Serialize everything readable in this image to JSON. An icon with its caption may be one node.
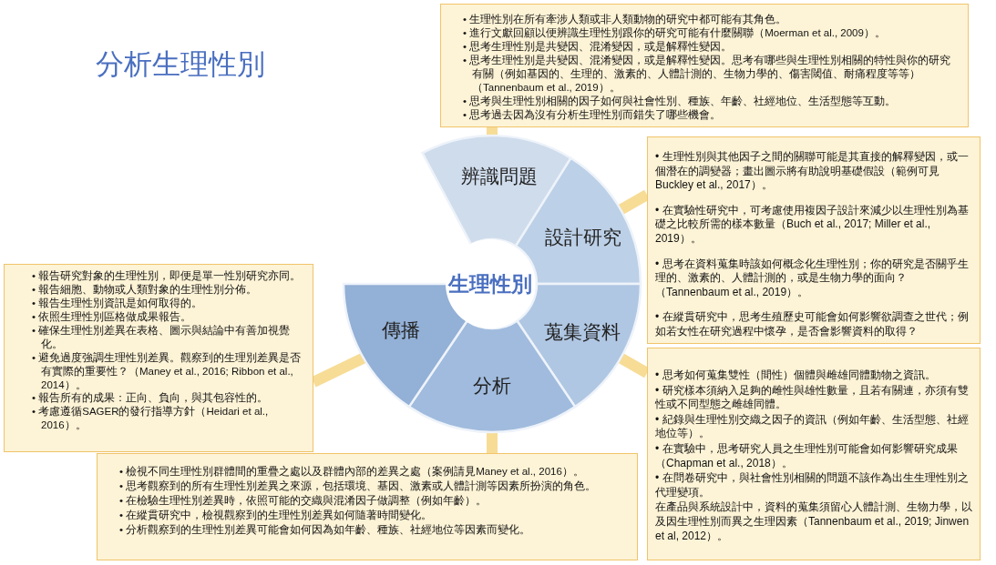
{
  "diagram": {
    "title": "分析生理性別",
    "nodes": [
      {
        "text": [
          "辨識問題"
        ]
      },
      {
        "text": [
          "設計研究"
        ]
      },
      {
        "text": [
          "蒐集資料"
        ]
      },
      {
        "text": [
          "分析"
        ]
      },
      {
        "text": [
          "傳播"
        ]
      },
      {
        "text": [
          "生理性別"
        ]
      },
      {
        "text": [
          "• 生理性別在所有牽涉人類或非人類動物的研究中都可能有其角色。",
          "• 進行文獻回顧以便辨識生理性別跟你的研究可能有什麼關聯（Moerman et al., 2009）。",
          "• 思考生理性別是共變因、混淆變因，或是解釋性變因。",
          "• 思考生理性別是共變因、混淆變因，或是解釋性變因。思考有哪些與生理性別相關的特性與你的研究有關（例如基因的、生理的、激素的、人體計測的、生物力學的、傷害閾值、耐痛程度等等）（Tannenbaum et al., 2019）。",
          "• 思考與生理性別相關的因子如何與社會性別、種族、年齡、社經地位、生活型態等互動。",
          "• 思考過去因為沒有分析生理性別而錯失了哪些機會。"
        ]
      },
      {
        "text": [
          "• 生理性別與其他因子之間的關聯可能是其直接的解釋變因，或一個潛在的調變器；畫出圖示將有助說明基礎假設（範例可見Buckley et al., 2017）。",
          "• 在實驗性研究中，可考慮使用複因子設計來減少以生理性別為基礎之比較所需的樣本數量（Buch et al., 2017; Miller et al., 2019）。",
          "• 思考在資料蒐集時該如何概念化生理性別；你的研究是否關乎生理的、激素的、人體計測的，或是生物力學的面向？（Tannenbaum et al., 2019）。",
          "• 在縱貫研究中，思考生殖歷史可能會如何影響欲調查之世代；例如若女性在研究過程中懷孕，是否會影響資料的取得？"
        ]
      },
      {
        "text": [
          "• 思考如何蒐集雙性（間性）個體與雌雄同體動物之資訊。",
          "• 研究樣本須納入足夠的雌性與雄性數量，且若有關連，亦須有雙性或不同型態之雌雄同體。",
          "• 紀錄與生理性別交織之因子的資訊（例如年齡、生活型態、社經地位等）。",
          "• 在實驗中，思考研究人員之生理性別可能會如何影響研究成果（Chapman et al., 2018）。",
          "• 在問卷研究中，與社會性別相關的問題不該作為出生生理性別之代理變項。",
          "在產品與系統設計中，資料的蒐集須留心人體計測、生物力學，以及因生理性別而異之生理因素（Tannenbaum et al., 2019; Jinwen et al, 2012）。"
        ]
      },
      {
        "text": [
          "• 檢視不同生理性別群體間的重疊之處以及群體內部的差異之處（案例請見Maney et al., 2016）。",
          "• 思考觀察到的所有生理性別差異之來源，包括環境、基因、激素或人體計測等因素所扮演的角色。",
          "• 在檢驗生理性別差異時，依照可能的交織與混淆因子做調整（例如年齡）。",
          "• 在縱貫研究中，檢視觀察到的生理性別差異如何隨著時間變化。",
          "• 分析觀察到的生理性別差異可能會如何因為如年齡、種族、社經地位等因素而變化。"
        ]
      },
      {
        "text": [
          "• 報告研究對象的生理性別，即便是單一性別研究亦同。",
          "• 報告細胞、動物或人類對象的生理性別分佈。",
          "• 報告生理性別資訊是如何取得的。",
          "• 依照生理性別區格做成果報告。",
          "• 確保生理性別差異在表格、圖示與結論中有善加視覺化。",
          "• 避免過度強調生理性別差異。觀察到的生理別差異是否有實際的重要性？（Maney et al., 2016; Ribbon et al., 2014）。",
          "• 報告所有的成果：正向、負向，與其包容性的。",
          "• 考慮遵循SAGER的發行指導方針（Heidari et al., 2016）。"
        ]
      }
    ],
    "edges": [
      {
        "from": 0,
        "to": 6,
        "arrow": "none"
      },
      {
        "from": 1,
        "to": 7,
        "arrow": "none"
      },
      {
        "from": 2,
        "to": 8,
        "arrow": "none"
      },
      {
        "from": 3,
        "to": 9,
        "arrow": "none"
      },
      {
        "from": 4,
        "to": 10,
        "arrow": "none"
      }
    ]
  }
}
